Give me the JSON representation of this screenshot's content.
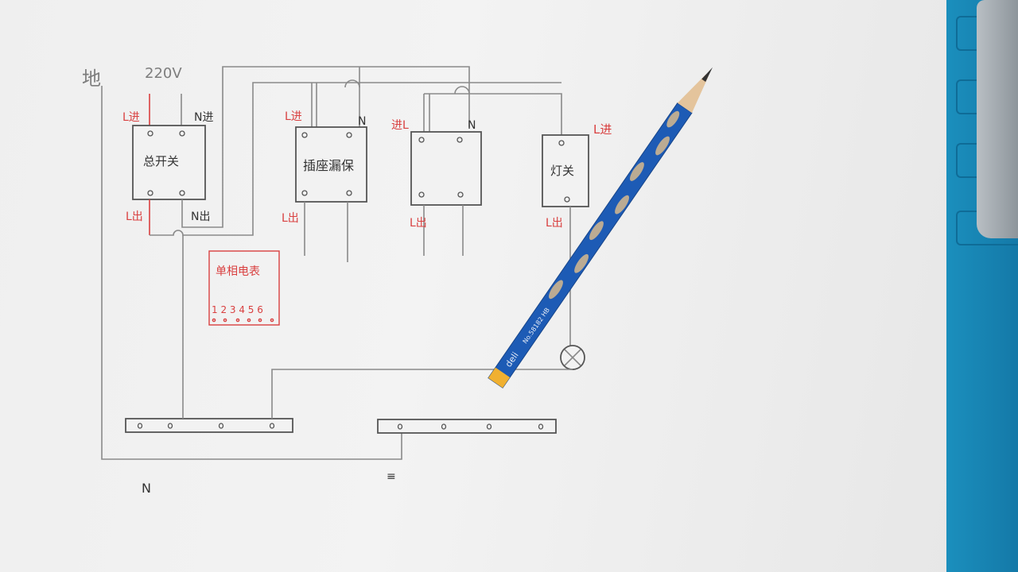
{
  "labels": {
    "ground": "地",
    "voltage": "220V",
    "main_switch": "总开关",
    "socket_rcd": "插座漏保",
    "light_switch": "灯关",
    "meter": "单相电表",
    "meter_digits": "1 2 3 4 5 6",
    "neutral_bar": "N",
    "ground_mark": "≡"
  },
  "terminals": {
    "l_in": "L进",
    "n_in": "N进",
    "l_out": "L出",
    "n_out": "N出",
    "n": "N",
    "in_l": "进L",
    "l_in_light": "L进",
    "l_out_light": "L出"
  },
  "pencil": {
    "brand": "deli",
    "model": "No.58182 HB"
  },
  "colors": {
    "ink": "#8a8a8a",
    "red_ink": "#d94040",
    "pencil_blue": "#1d5bb5",
    "mat_blue": "#1b8fbd"
  }
}
